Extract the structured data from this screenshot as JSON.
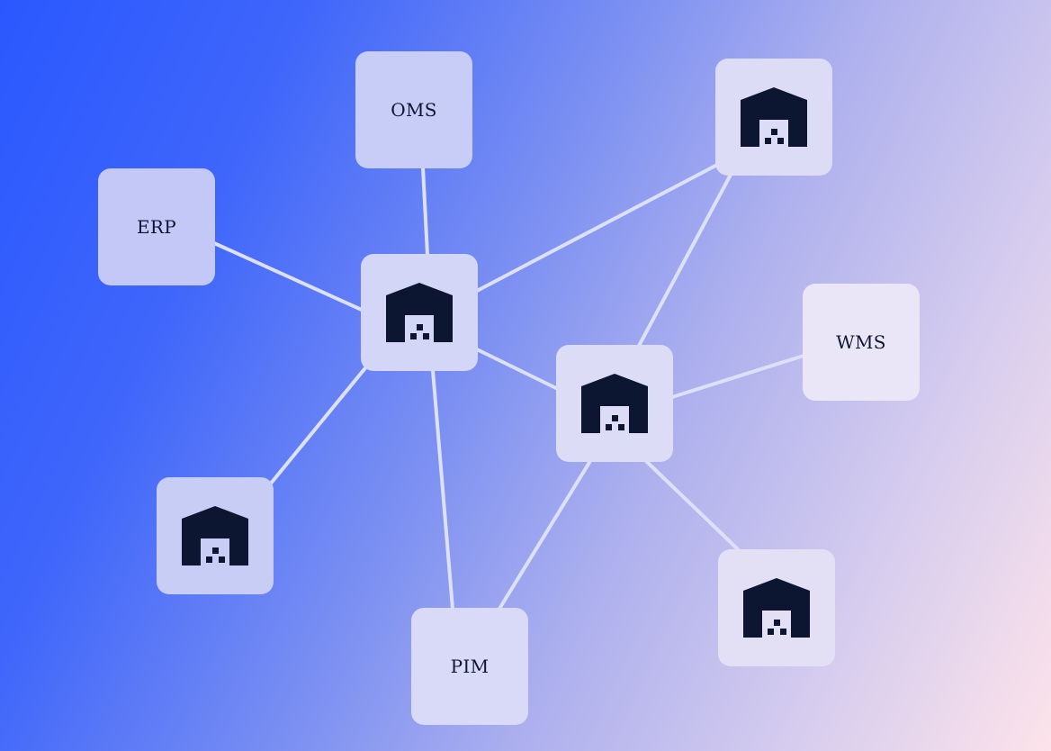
{
  "nodes": {
    "oms": {
      "label": "OMS",
      "bg": "#c8cdf7"
    },
    "erp": {
      "label": "ERP",
      "bg": "#c3c8f6"
    },
    "wms": {
      "label": "WMS",
      "bg": "#ebe6f7"
    },
    "pim": {
      "label": "PIM",
      "bg": "#d8daf7"
    },
    "hub_center": {
      "icon": "warehouse-icon",
      "bg": "#d3d6f7"
    },
    "hub_right": {
      "icon": "warehouse-icon",
      "bg": "#dcdcf6"
    },
    "warehouse_top_right": {
      "icon": "warehouse-icon",
      "bg": "#dcdcf6"
    },
    "warehouse_bottom_left": {
      "icon": "warehouse-icon",
      "bg": "#c8cdf6"
    },
    "warehouse_bottom_right": {
      "icon": "warehouse-icon",
      "bg": "#e3e0f6"
    }
  },
  "colors": {
    "edge": "#dde1f8",
    "icon": "#0c1630",
    "text": "#0d1733"
  }
}
